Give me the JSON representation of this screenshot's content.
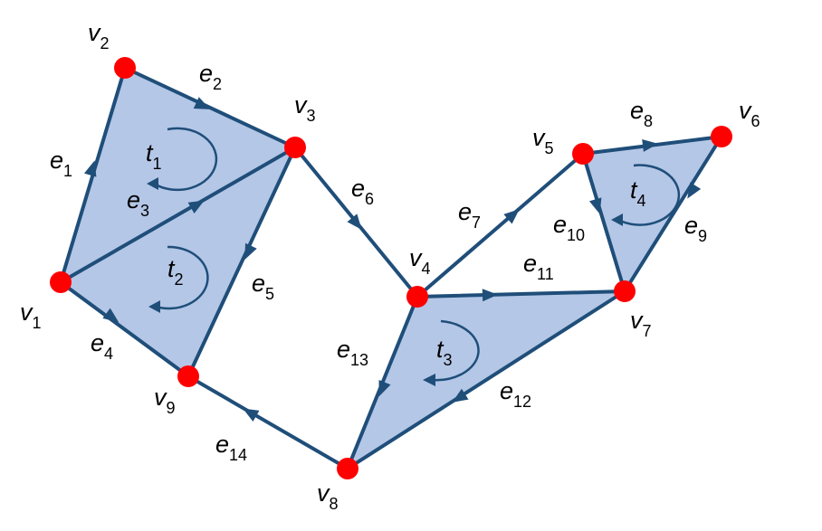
{
  "vertices": [
    {
      "id": "v1",
      "base": "v",
      "sub": "1"
    },
    {
      "id": "v2",
      "base": "v",
      "sub": "2"
    },
    {
      "id": "v3",
      "base": "v",
      "sub": "3"
    },
    {
      "id": "v4",
      "base": "v",
      "sub": "4"
    },
    {
      "id": "v5",
      "base": "v",
      "sub": "5"
    },
    {
      "id": "v6",
      "base": "v",
      "sub": "6"
    },
    {
      "id": "v7",
      "base": "v",
      "sub": "7"
    },
    {
      "id": "v8",
      "base": "v",
      "sub": "8"
    },
    {
      "id": "v9",
      "base": "v",
      "sub": "9"
    }
  ],
  "edges": [
    {
      "id": "e1",
      "base": "e",
      "sub": "1",
      "from": "v1",
      "to": "v2"
    },
    {
      "id": "e2",
      "base": "e",
      "sub": "2",
      "from": "v2",
      "to": "v3"
    },
    {
      "id": "e3",
      "base": "e",
      "sub": "3",
      "from": "v1",
      "to": "v3"
    },
    {
      "id": "e4",
      "base": "e",
      "sub": "4",
      "from": "v1",
      "to": "v9"
    },
    {
      "id": "e5",
      "base": "e",
      "sub": "5",
      "from": "v3",
      "to": "v9"
    },
    {
      "id": "e6",
      "base": "e",
      "sub": "6",
      "from": "v3",
      "to": "v4"
    },
    {
      "id": "e7",
      "base": "e",
      "sub": "7",
      "from": "v4",
      "to": "v5"
    },
    {
      "id": "e8",
      "base": "e",
      "sub": "8",
      "from": "v5",
      "to": "v6"
    },
    {
      "id": "e9",
      "base": "e",
      "sub": "9",
      "from": "v6",
      "to": "v7"
    },
    {
      "id": "e10",
      "base": "e",
      "sub": "10",
      "from": "v5",
      "to": "v7"
    },
    {
      "id": "e11",
      "base": "e",
      "sub": "11",
      "from": "v4",
      "to": "v7"
    },
    {
      "id": "e12",
      "base": "e",
      "sub": "12",
      "from": "v7",
      "to": "v8"
    },
    {
      "id": "e13",
      "base": "e",
      "sub": "13",
      "from": "v4",
      "to": "v8"
    },
    {
      "id": "e14",
      "base": "e",
      "sub": "14",
      "from": "v8",
      "to": "v9"
    }
  ],
  "triangles": [
    {
      "id": "t1",
      "base": "t",
      "sub": "1",
      "vertices": [
        "v1",
        "v2",
        "v3"
      ]
    },
    {
      "id": "t2",
      "base": "t",
      "sub": "2",
      "vertices": [
        "v1",
        "v3",
        "v9"
      ]
    },
    {
      "id": "t3",
      "base": "t",
      "sub": "3",
      "vertices": [
        "v4",
        "v7",
        "v8"
      ]
    },
    {
      "id": "t4",
      "base": "t",
      "sub": "4",
      "vertices": [
        "v5",
        "v6",
        "v7"
      ]
    }
  ],
  "colors": {
    "vertex": "#ff0000",
    "edge": "#1f4e79",
    "triangle_fill": "#b4c7e7"
  }
}
